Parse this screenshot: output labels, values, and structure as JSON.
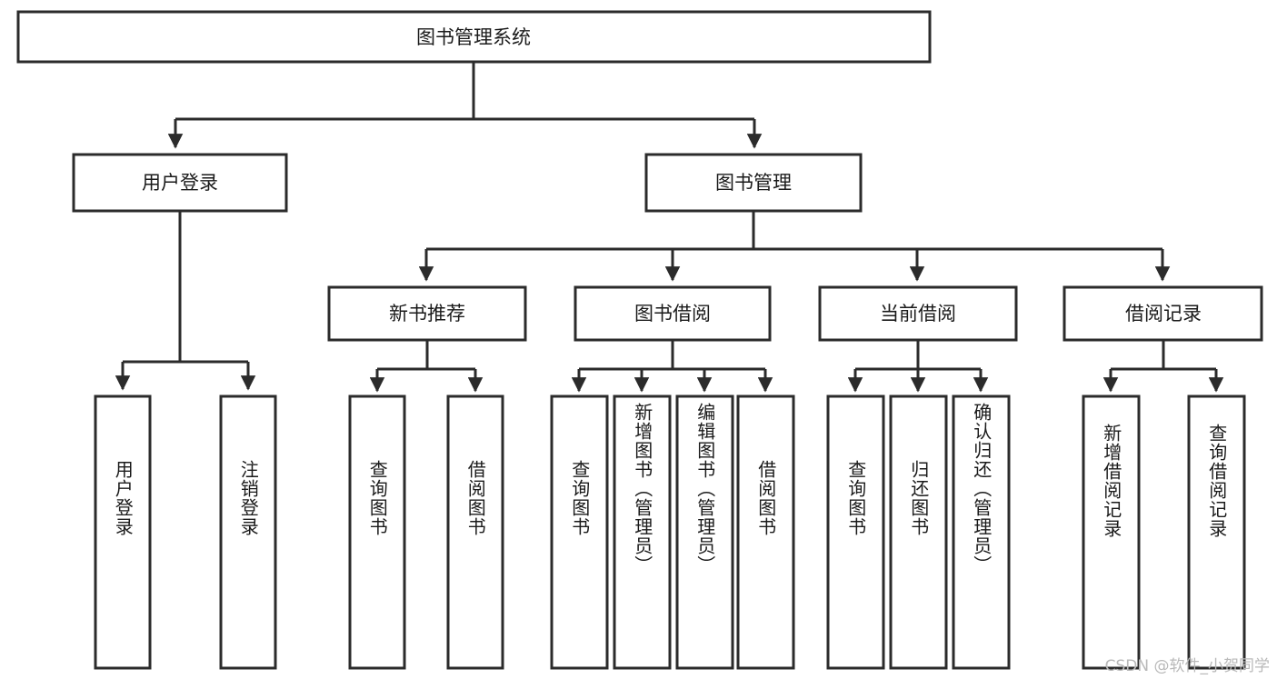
{
  "diagram": {
    "type": "tree",
    "title": "图书管理系统",
    "orientation": "top-down",
    "colors": {
      "stroke": "#2b2b2b",
      "fill": "#ffffff",
      "text": "#1a1a1a",
      "watermark": "#b9b9b9"
    },
    "root": {
      "label": "图书管理系统"
    },
    "level2": [
      {
        "label": "用户登录"
      },
      {
        "label": "图书管理"
      }
    ],
    "level3": [
      {
        "label": "新书推荐"
      },
      {
        "label": "图书借阅"
      },
      {
        "label": "当前借阅"
      },
      {
        "label": "借阅记录"
      }
    ],
    "leaves": {
      "user_login": [
        {
          "label": "用户登录"
        },
        {
          "label": "注销登录"
        }
      ],
      "new_book_recommend": [
        {
          "label": "查询图书"
        },
        {
          "label": "借阅图书"
        }
      ],
      "book_borrow": [
        {
          "label": "查询图书"
        },
        {
          "label": "新增图书（管理员）"
        },
        {
          "label": "编辑图书（管理员）"
        },
        {
          "label": "借阅图书"
        }
      ],
      "current_borrow": [
        {
          "label": "查询图书"
        },
        {
          "label": "归还图书"
        },
        {
          "label": "确认归还（管理员）"
        }
      ],
      "borrow_record": [
        {
          "label": "新增借阅记录"
        },
        {
          "label": "查询借阅记录"
        }
      ]
    }
  },
  "watermark": {
    "text": "CSDN @软件_小贺同学"
  }
}
